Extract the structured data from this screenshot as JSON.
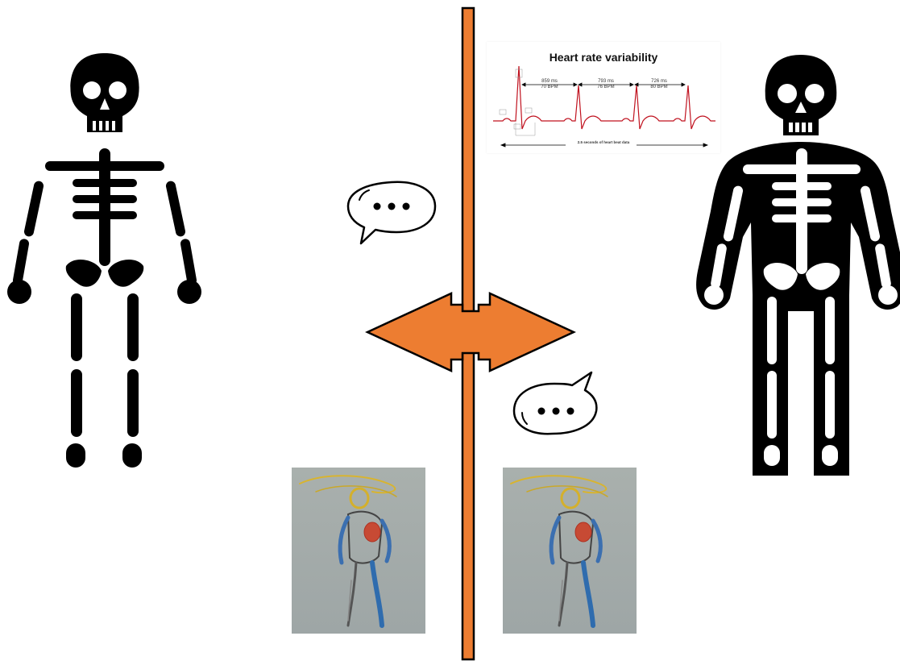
{
  "hrv": {
    "title": "Heart rate variability",
    "intervals": [
      {
        "ms": "859 ms",
        "bpm": "70 BPM"
      },
      {
        "ms": "793 ms",
        "bpm": "76 BPM"
      },
      {
        "ms": "726 ms",
        "bpm": "80 BPM"
      }
    ],
    "footer": "2.5 seconds of heart beat data"
  },
  "colors": {
    "accent": "#ed7d31",
    "ink": "#000000",
    "ecg": "#c0121f"
  },
  "icons": {
    "left_figure": "skeleton-icon",
    "right_figure": "skeleton-silhouette-icon",
    "bubble": "speech-bubble-ellipsis-icon",
    "exchange": "double-headed-arrow-icon"
  }
}
